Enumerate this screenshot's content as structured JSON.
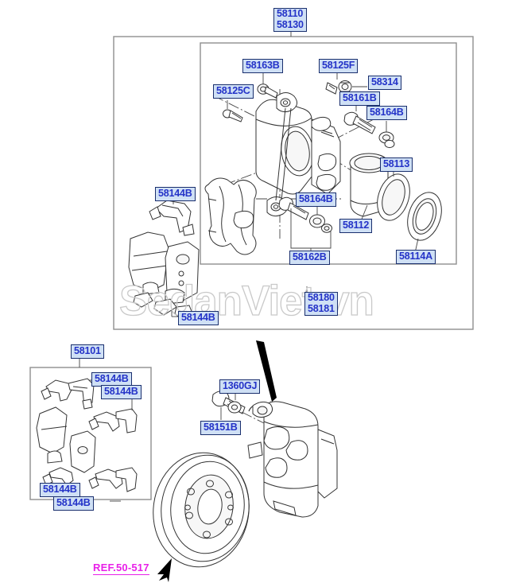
{
  "diagram": {
    "title": "Brake caliper and disc exploded parts diagram",
    "watermark": "SedanViet.vn",
    "label_fill": "#cfe0f5",
    "label_border": "#1a2f6e",
    "label_text_color": "#2433c8",
    "ref_color": "#e820e8",
    "line_color": "#333333",
    "panel_border_color": "#8f8f8f"
  },
  "top_assembly": {
    "title_lines": [
      "58110",
      "58130"
    ],
    "labels": {
      "bolt_upper_left": "58125C",
      "bleeder_cap": "58163B",
      "bleeder_screw": "58125F",
      "bleeder_nipple": "58314",
      "guide_pin_upper": "58161B",
      "boot_upper": "58164B",
      "piston": "58112",
      "piston_seal": "58113",
      "dust_boot": "58114A",
      "clip_left": "58144B",
      "clip_lower": "58144B",
      "guide_pin_lower": "58164B",
      "bushing_lower": "58162B",
      "pad_kit_lines": [
        "58180",
        "58181"
      ]
    }
  },
  "bottom_left_panel": {
    "title": "58101",
    "labels": {
      "shim_top_left": "58144B",
      "shim_top_right": "58144B",
      "shim_bottom_left": "58144B",
      "shim_bottom_right": "58144B"
    }
  },
  "bottom_right_group": {
    "labels": {
      "washer": "1360GJ",
      "bolt": "58151B"
    },
    "reference": "REF.50-517"
  }
}
